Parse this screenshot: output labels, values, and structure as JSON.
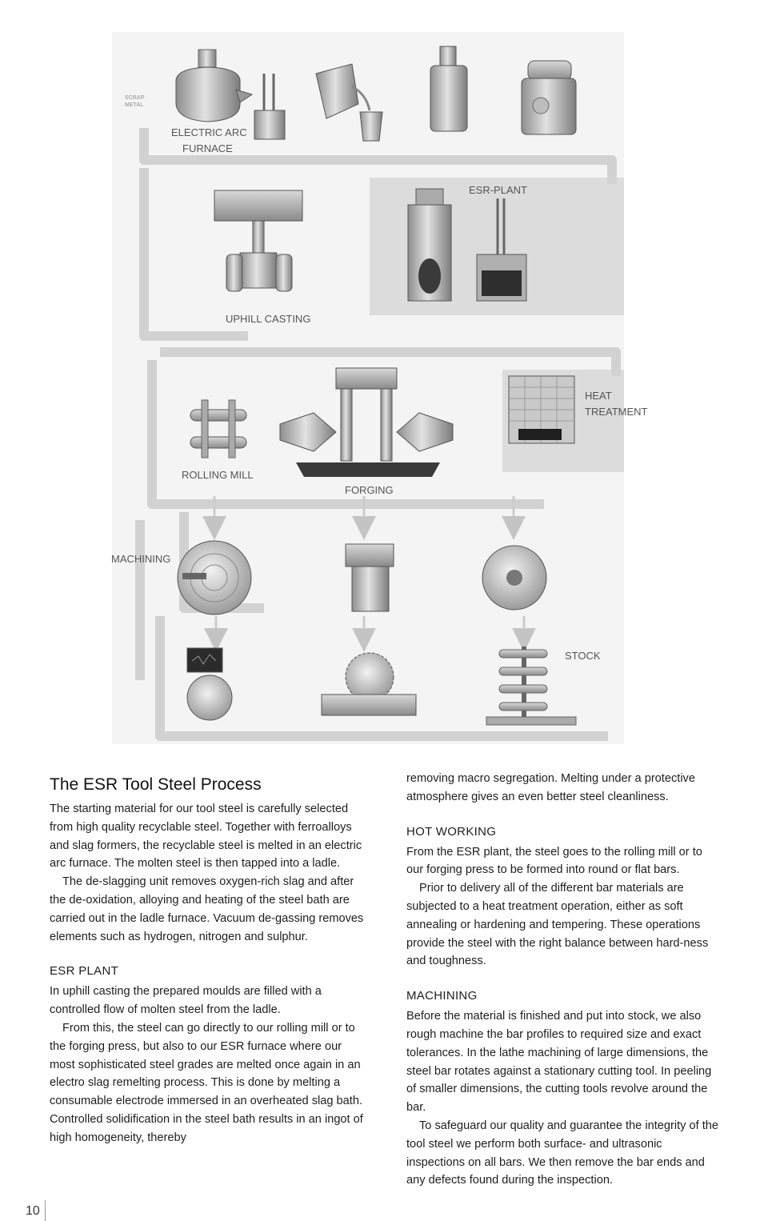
{
  "diagram": {
    "labels": {
      "eaf_line1": "ELECTRIC ARC",
      "eaf_line2": "FURNACE",
      "scrap_line1": "SCRAP",
      "scrap_line2": "METAL",
      "esr_plant": "ESR-PLANT",
      "uphill_casting": "UPHILL CASTING",
      "heat_line1": "HEAT",
      "heat_line2": "TREATMENT",
      "rolling_mill": "ROLLING MILL",
      "forging": "FORGING",
      "machining": "MACHINING",
      "stock": "STOCK"
    }
  },
  "article": {
    "title": "The ESR Tool Steel Process",
    "intro_p1": "The starting material for our tool steel is carefully selected from high quality recyclable steel. Together with ferroalloys and slag formers, the recyclable steel is melted in an electric arc furnace. The molten steel is then tapped into a ladle.",
    "intro_p2": "The de-slagging unit removes oxygen-rich slag and after the de-oxidation, alloying and heating of the steel bath are carried out in the ladle furnace. Vacuum de-gassing removes elements such as hydrogen, nitrogen and sulphur.",
    "esr_heading": "ESR PLANT",
    "esr_p1": "In uphill casting the prepared moulds are filled with a controlled flow of molten steel from the ladle.",
    "esr_p2": "From this, the steel can go directly to our rolling mill or to the forging press, but also to our ESR furnace where our most sophisticated steel grades are melted once again in an electro slag remelting process. This is done by melting a consumable electrode immersed in an overheated slag bath. Controlled solidification in the steel bath results in an ingot of high homogeneity, thereby",
    "esr_p3": "removing macro segregation. Melting under a protective atmosphere gives an even better steel cleanliness.",
    "hot_heading": "HOT WORKING",
    "hot_p1": "From the ESR plant, the steel goes to the rolling mill or to our forging press to be formed into round or flat bars.",
    "hot_p2": "Prior to delivery all of the different bar materials are subjected to a heat treatment operation, either as soft annealing or hardening and tempering. These operations provide the steel with the right balance between hard-ness and toughness.",
    "mach_heading": "MACHINING",
    "mach_p1": "Before the material is finished and put into stock, we also rough machine the bar profiles to required size and exact tolerances. In the lathe machining of large dimensions, the steel bar rotates against a stationary cutting tool. In peeling of smaller dimensions, the cutting tools revolve around the bar.",
    "mach_p2": "To safeguard our quality and guarantee the integrity of the tool steel we perform both surface- and ultrasonic inspections on all bars. We then remove the bar ends and any defects found during the inspection."
  },
  "page_number": "10"
}
